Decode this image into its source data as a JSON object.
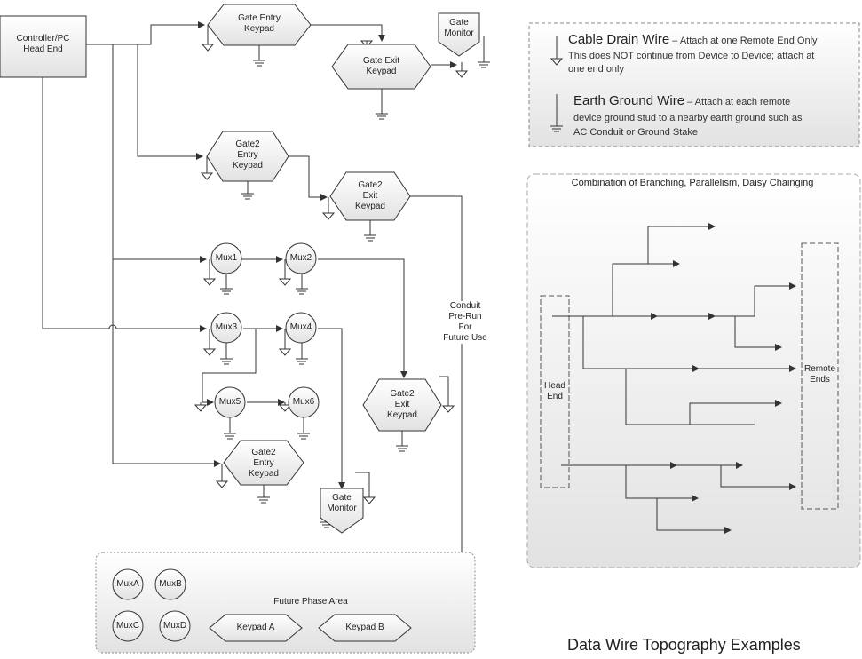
{
  "diagram": {
    "head_end": "Controller/PC\nHead End",
    "gate_entry_keypad": "Gate Entry\nKeypad",
    "gate_exit_keypad": "Gate Exit\nKeypad",
    "gate_monitor_top": "Gate\nMonitor",
    "gate2_entry_keypad_top": "Gate2\nEntry\nKeypad",
    "gate2_exit_keypad_top": "Gate2\nExit\nKeypad",
    "mux1": "Mux1",
    "mux2": "Mux2",
    "mux3": "Mux3",
    "mux4": "Mux4",
    "mux5": "Mux5",
    "mux6": "Mux6",
    "gate2_exit_keypad_mid": "Gate2\nExit\nKeypad",
    "gate2_entry_keypad_bottom": "Gate2\nEntry\nKeypad",
    "gate_monitor_bottom": "Gate\nMonitor",
    "conduit_label": "Conduit\nPre-Run\nFor\nFuture Use"
  },
  "future_area": {
    "title": "Future Phase Area",
    "muxa": "MuxA",
    "muxb": "MuxB",
    "muxc": "MuxC",
    "muxd": "MuxD",
    "keypad_a": "Keypad A",
    "keypad_b": "Keypad B"
  },
  "legend": {
    "drain_title": "Cable Drain Wire",
    "drain_desc_inline": " – Attach at one Remote End Only",
    "drain_desc": "This does NOT continue from Device to Device; attach at\none end only",
    "earth_title": "Earth Ground Wire",
    "earth_desc_inline": " – Attach at each remote",
    "earth_desc": "device ground stud to a nearby earth ground such as\nAC Conduit or Ground Stake"
  },
  "combo": {
    "title": "Combination of Branching, Parallelism, Daisy Chainging",
    "head_end": "Head\nEnd",
    "remote_ends": "Remote\nEnds"
  },
  "page_title": "Data Wire Topography Examples"
}
